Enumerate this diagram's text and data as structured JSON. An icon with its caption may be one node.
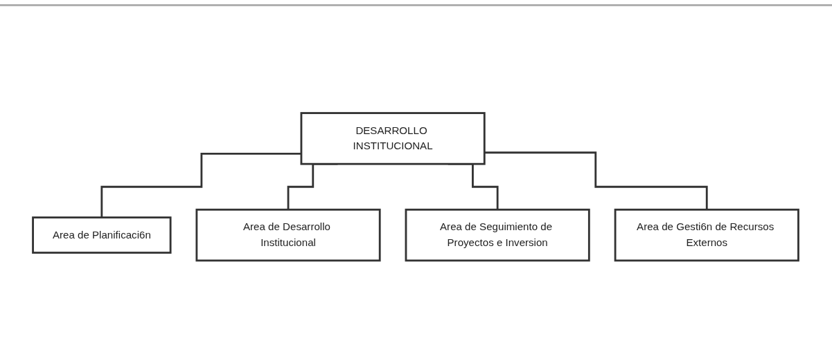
{
  "diagram": {
    "nodes": [
      {
        "text": [
          "DESARROLLO INSTITUCIONAL"
        ]
      },
      {
        "text": [
          "Area de Planificaci6n"
        ]
      },
      {
        "text": [
          "Area de Desarrollo Institucional"
        ]
      },
      {
        "text": [
          "Area de Seguimiento de Proyectos e Inversion"
        ]
      },
      {
        "text": [
          "Area de Gesti6n de Recursos Externos"
        ]
      }
    ],
    "edges": [
      {
        "from": 0,
        "to": 1,
        "arrow": "none"
      },
      {
        "from": 0,
        "to": 2,
        "arrow": "none"
      },
      {
        "from": 0,
        "to": 3,
        "arrow": "none"
      },
      {
        "from": 0,
        "to": 4,
        "arrow": "none"
      }
    ]
  }
}
